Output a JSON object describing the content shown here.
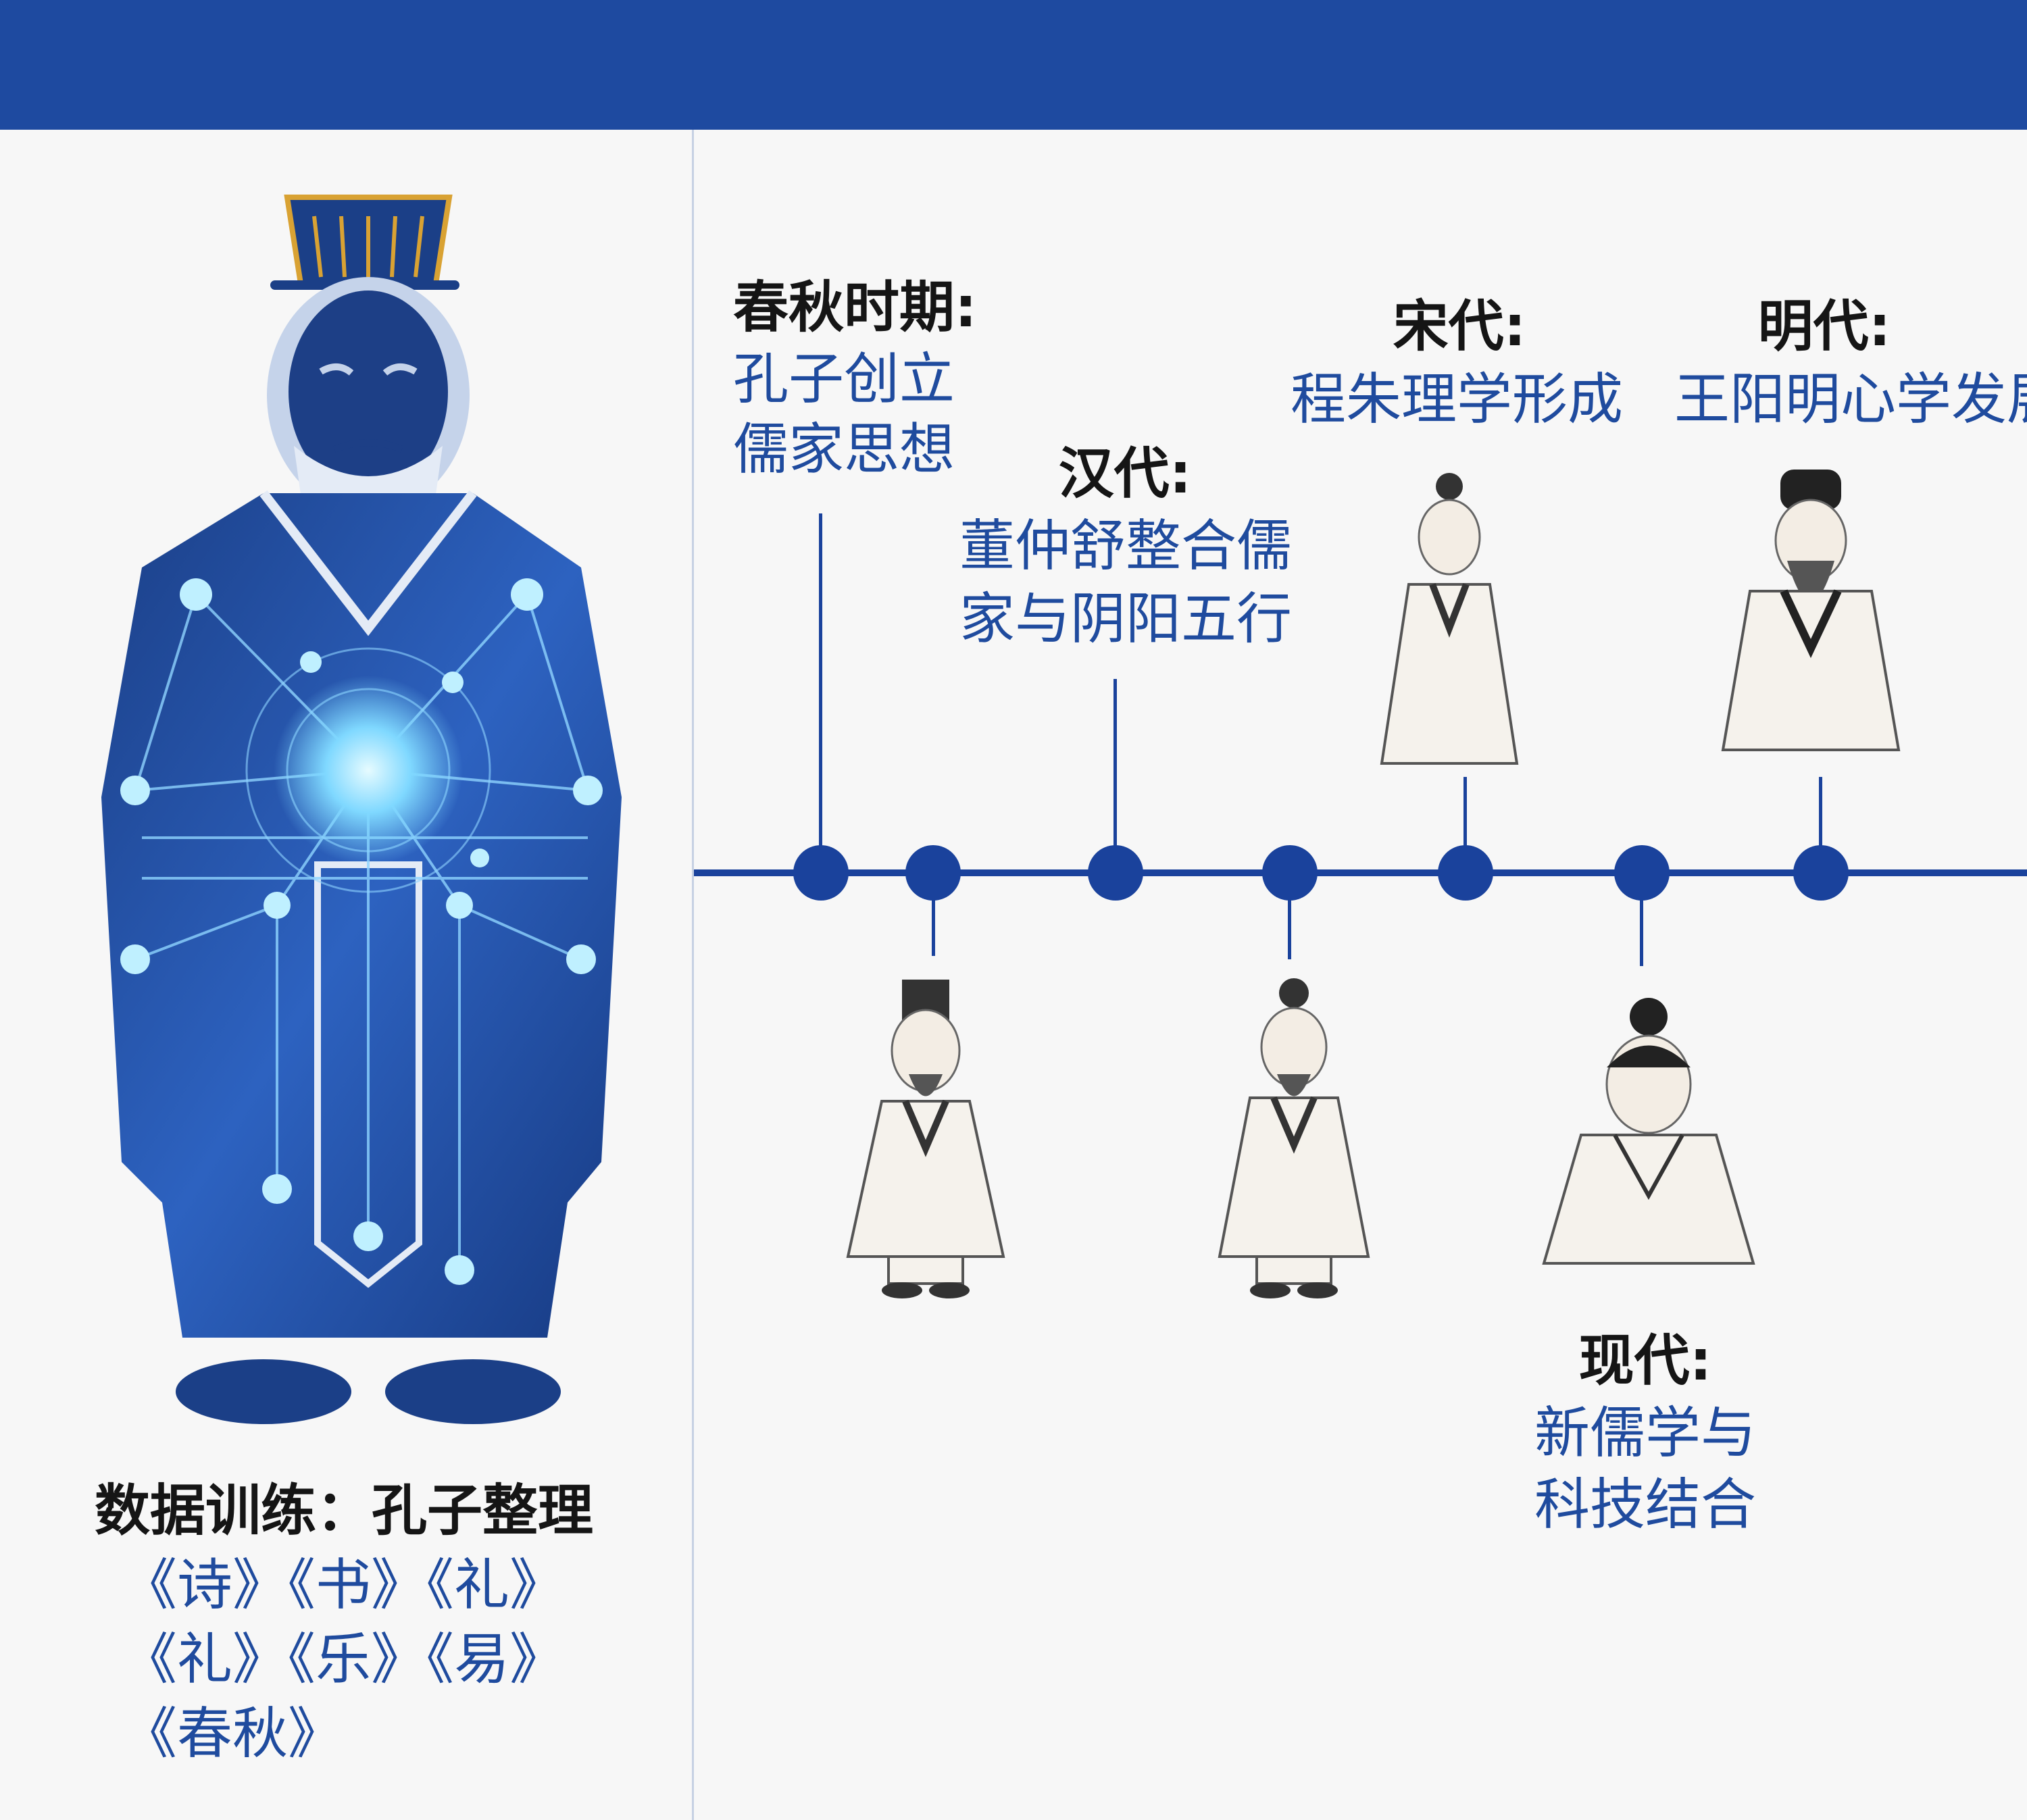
{
  "left_panel": {
    "title": "数据训练：孔子整理",
    "books_line1": "《诗》《书》《礼》",
    "books_line2": "《礼》《乐》《易》",
    "books_line3": "《春秋》"
  },
  "timeline": {
    "chunqiu": {
      "era": "春秋时期:",
      "line1": "孔子创立",
      "line2": "儒家思想"
    },
    "han": {
      "era": "汉代:",
      "line1": "董仲舒整合儒",
      "line2": "家与阴阳五行"
    },
    "song": {
      "era": "宋代:",
      "line1": "程朱理学形成"
    },
    "ming": {
      "era": "明代:",
      "line1": "王阳明心学发展"
    },
    "modern": {
      "era": "现代:",
      "line1": "新儒学与",
      "line2": "科技结合"
    }
  },
  "colors": {
    "header": "#1e4aa0",
    "timeline": "#1a429c",
    "text_blue": "#1f4b9e",
    "glow": "#7fd8ff"
  }
}
